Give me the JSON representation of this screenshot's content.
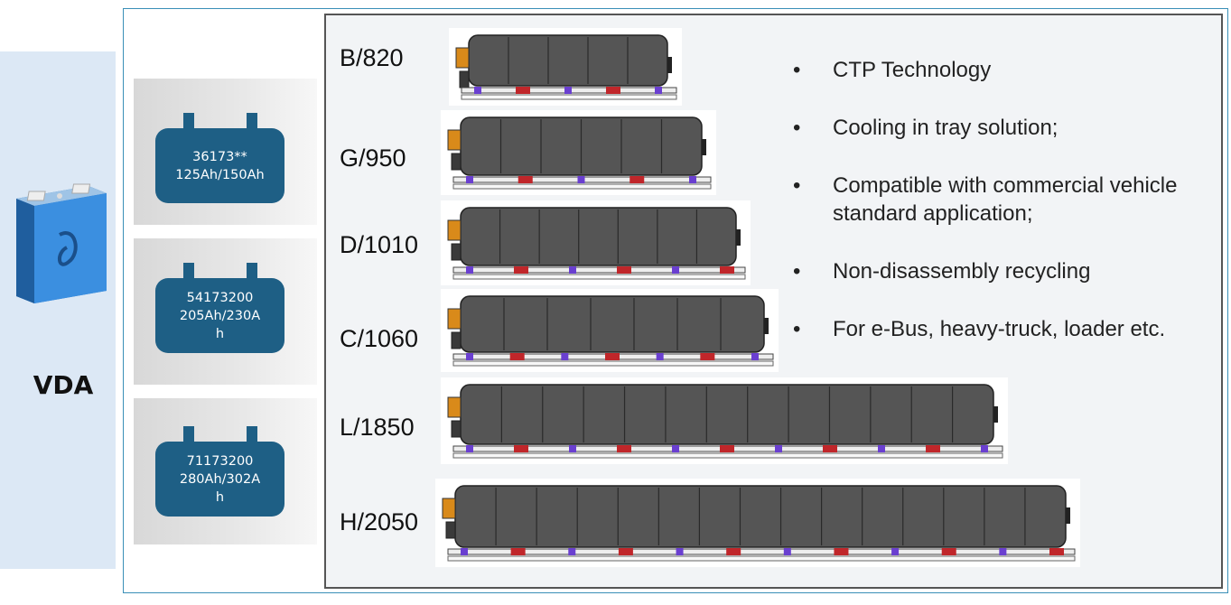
{
  "format_label": "VDA",
  "cells": [
    {
      "line1": "36173**",
      "line2": "125Ah/150Ah",
      "line3": ""
    },
    {
      "line1": "54173200",
      "line2": "205Ah/230A",
      "line3": "h"
    },
    {
      "line1": "71173200",
      "line2": "280Ah/302A",
      "line3": "h"
    }
  ],
  "packs": [
    {
      "label": "B/820",
      "length": 820
    },
    {
      "label": "G/950",
      "length": 950
    },
    {
      "label": "D/1010",
      "length": 1010
    },
    {
      "label": "C/1060",
      "length": 1060
    },
    {
      "label": "L/1850",
      "length": 1850
    },
    {
      "label": "H/2050",
      "length": 2050
    }
  ],
  "features": [
    "CTP Technology",
    "Cooling in tray solution;",
    "Compatible with commercial vehicle standard application;",
    "Non-disassembly recycling",
    "For e-Bus, heavy-truck, loader etc."
  ],
  "colors": {
    "cell_icon": "#1e5f85",
    "pack_body": "#555555",
    "connector": "#d98a1a",
    "bracket_purple": "#6a3fd0",
    "bracket_red": "#c0262a",
    "frame": "#3a8fb7"
  }
}
